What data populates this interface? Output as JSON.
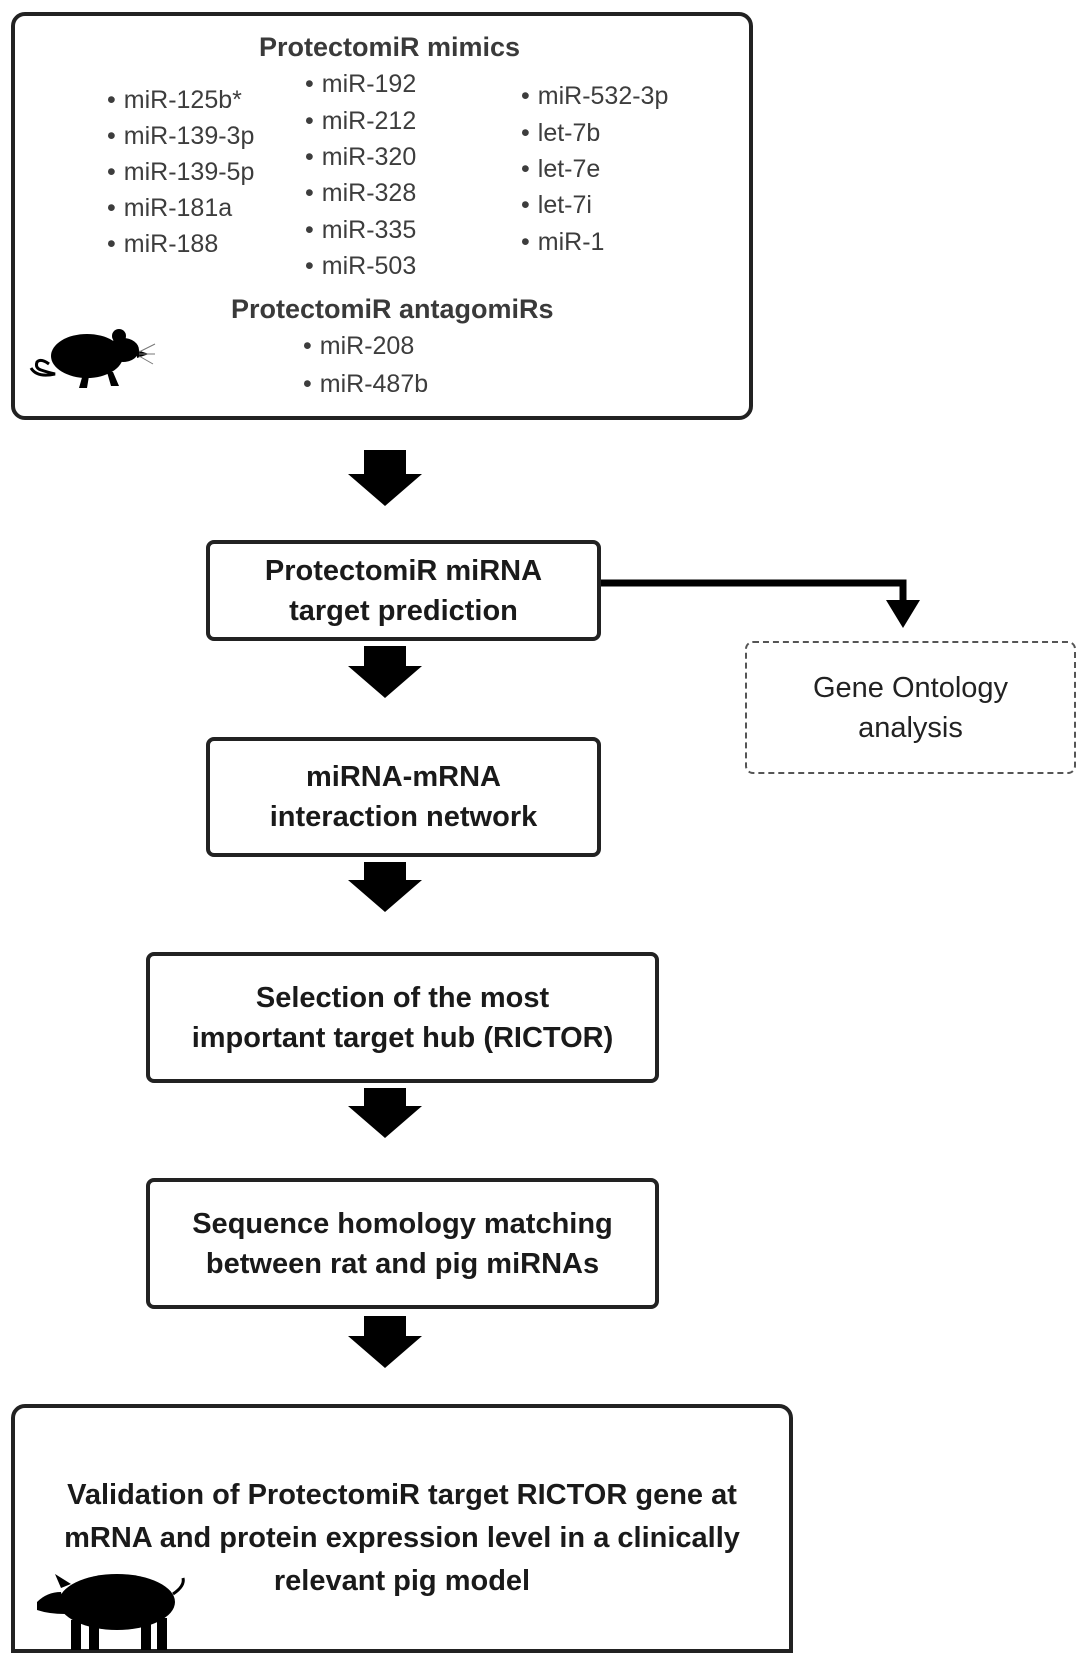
{
  "top_box": {
    "mimics_title": "ProtectomiR mimics",
    "mimics_col1": [
      "miR-125b*",
      "miR-139-3p",
      "miR-139-5p",
      "miR-181a",
      "miR-188"
    ],
    "mimics_col2": [
      "miR-192",
      "miR-212",
      "miR-320",
      "miR-328",
      "miR-335",
      "miR-503"
    ],
    "mimics_col3": [
      "miR-532-3p",
      "let-7b",
      "let-7e",
      "let-7i",
      "miR-1"
    ],
    "antagomirs_title": "ProtectomiR antagomiRs",
    "antagomirs": [
      "miR-208",
      "miR-487b"
    ],
    "icon": "rat-silhouette-icon"
  },
  "steps": {
    "target_prediction": [
      "ProtectomiR miRNA",
      "target prediction"
    ],
    "interaction_network": [
      "miRNA-mRNA",
      "interaction network"
    ],
    "hub_selection": [
      "Selection of the most",
      "important target hub (RICTOR)"
    ],
    "homology": [
      "Sequence homology matching",
      "between rat and pig miRNAs"
    ],
    "validation": [
      "Validation of ProtectomiR target RICTOR gene at",
      "mRNA and protein expression level in a clinically",
      "relevant pig model"
    ]
  },
  "side_box": {
    "gene_ontology": [
      "Gene Ontology",
      "analysis"
    ]
  },
  "bottom_icon": "pig-silhouette-icon",
  "colors": {
    "border": "#222222",
    "arrow": "#000000",
    "text": "#1a1a1a",
    "list_text": "#3d3d3d"
  }
}
